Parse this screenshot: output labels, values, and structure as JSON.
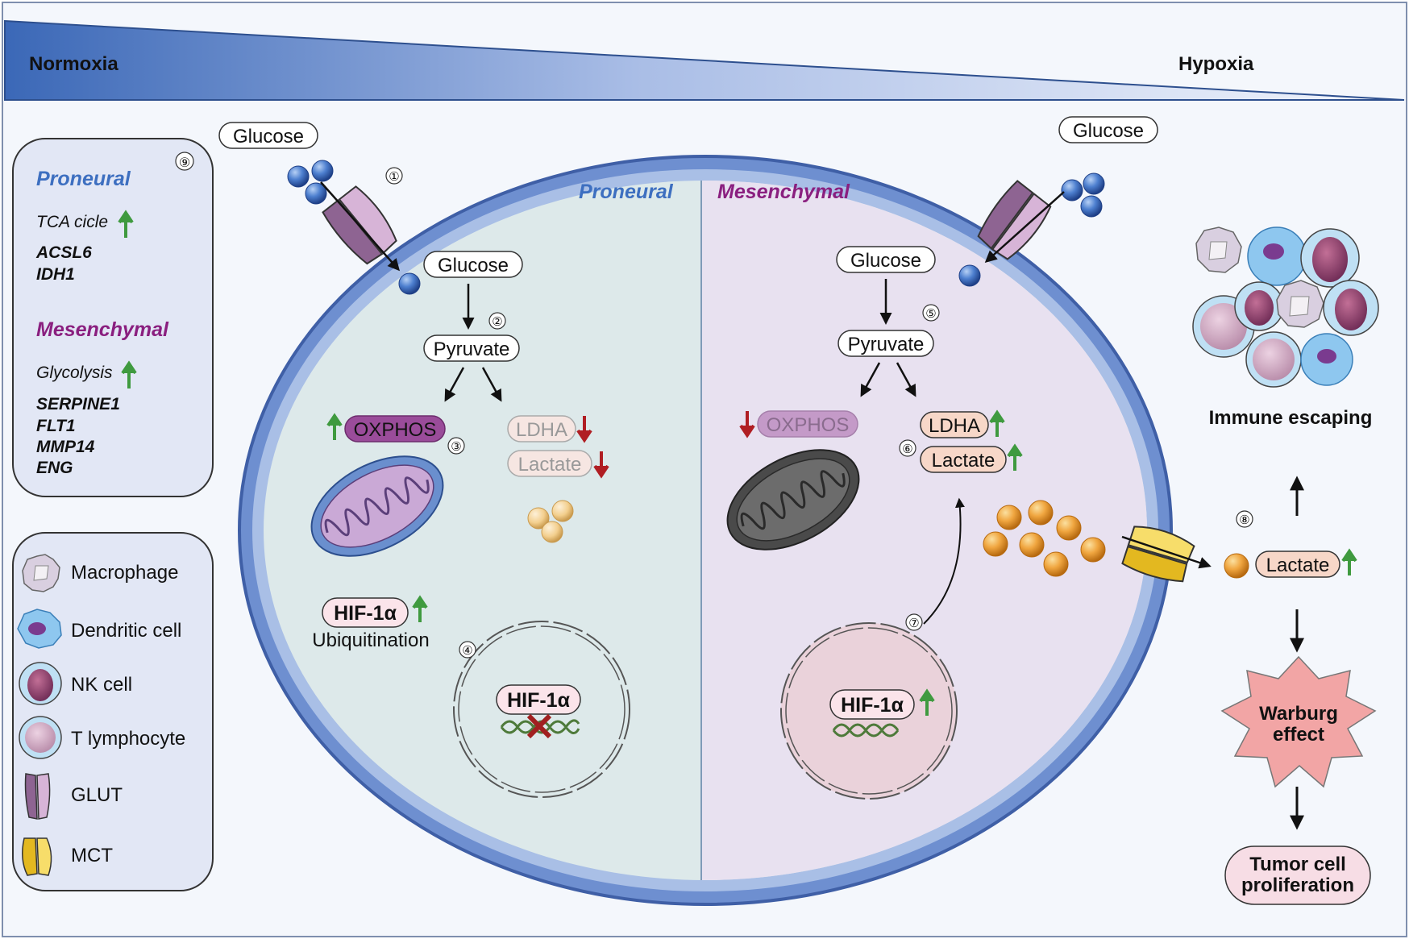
{
  "gradient": {
    "left_label": "Normoxia",
    "right_label": "Hypoxia"
  },
  "left_panel": {
    "step": "⑨",
    "proneural": {
      "title": "Proneural",
      "process": "TCA cicle",
      "genes": [
        "ACSL6",
        "IDH1"
      ]
    },
    "mesenchymal": {
      "title": "Mesenchymal",
      "process": "Glycolysis",
      "genes": [
        "SERPINE1",
        "FLT1",
        "MMP14",
        "ENG"
      ]
    }
  },
  "legend": {
    "items": [
      {
        "label": "Macrophage",
        "icon": "macrophage-icon"
      },
      {
        "label": "Dendritic cell",
        "icon": "dendritic-cell-icon"
      },
      {
        "label": "NK cell",
        "icon": "nk-cell-icon"
      },
      {
        "label": "T lymphocyte",
        "icon": "t-lymphocyte-icon"
      },
      {
        "label": "GLUT",
        "icon": "glut-icon"
      },
      {
        "label": "MCT",
        "icon": "mct-icon"
      }
    ]
  },
  "cell": {
    "proneural": {
      "title": "Proneural",
      "glucose_outside": "Glucose",
      "step_uptake": "①",
      "glucose": "Glucose",
      "step_glycolysis": "②",
      "pyruvate": "Pyruvate",
      "oxphos": "OXPHOS",
      "step_oxphos": "③",
      "ldha": "LDHA",
      "lactate": "Lactate",
      "hif_label": "HIF-1α",
      "hif_note": "Ubiquitination",
      "step_nucleus": "④",
      "nucleus_hif": "HIF-1α"
    },
    "mesenchymal": {
      "title": "Mesenchymal",
      "glucose_outside": "Glucose",
      "glucose": "Glucose",
      "step_glycolysis": "⑤",
      "pyruvate": "Pyruvate",
      "oxphos": "OXPHOS",
      "ldha": "LDHA",
      "step_lactate": "⑥",
      "lactate": "Lactate",
      "step_nucleus": "⑦",
      "nucleus_hif": "HIF-1α"
    }
  },
  "right": {
    "immune_escaping": "Immune escaping",
    "step_export": "⑧",
    "lactate": "Lactate",
    "warburg": [
      "Warburg",
      "effect"
    ],
    "tumor": [
      "Tumor cell",
      "proliferation"
    ]
  },
  "colors": {
    "proneural": "#3d6fc0",
    "mesenchymal": "#8a1f7f",
    "up_arrow": "#3f9a3f",
    "down_arrow": "#b01e23",
    "oxphos_fill": "#9a4c9a"
  }
}
